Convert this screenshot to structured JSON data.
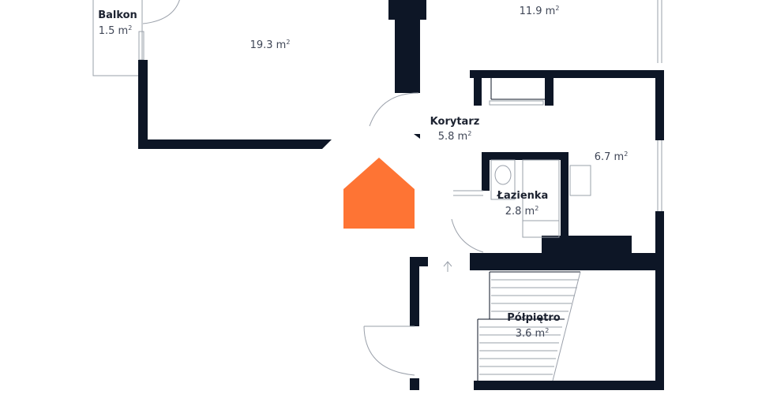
{
  "area_unit": "m²",
  "rooms": {
    "balcony": {
      "name": "Balkon",
      "area": "1.5"
    },
    "room_large": {
      "area": "19.3"
    },
    "room_top_right": {
      "area": "11.9"
    },
    "hallway": {
      "name": "Korytarz",
      "area": "5.8"
    },
    "room_small_right": {
      "area": "6.7"
    },
    "bathroom": {
      "name": "Łazienka",
      "area": "2.8"
    },
    "landing": {
      "name": "Półpiętro",
      "area": "3.6"
    }
  },
  "colors": {
    "wall": "#0d1626",
    "marker": "#fe7434"
  }
}
